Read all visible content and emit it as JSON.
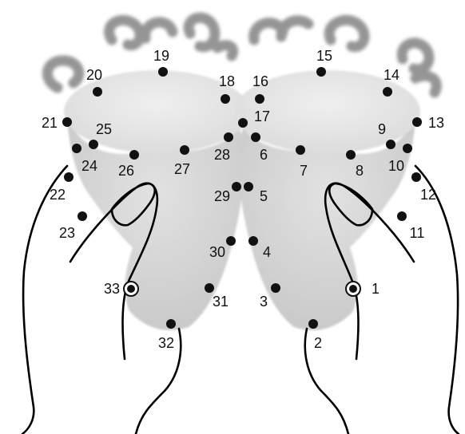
{
  "puzzle": {
    "type": "connect-the-dots",
    "dots": [
      {
        "n": "1",
        "style": "start"
      },
      {
        "n": "2"
      },
      {
        "n": "3"
      },
      {
        "n": "4"
      },
      {
        "n": "5"
      },
      {
        "n": "6"
      },
      {
        "n": "7"
      },
      {
        "n": "8"
      },
      {
        "n": "9"
      },
      {
        "n": "10"
      },
      {
        "n": "11"
      },
      {
        "n": "12"
      },
      {
        "n": "13"
      },
      {
        "n": "14"
      },
      {
        "n": "15"
      },
      {
        "n": "16"
      },
      {
        "n": "17"
      },
      {
        "n": "18"
      },
      {
        "n": "19"
      },
      {
        "n": "20"
      },
      {
        "n": "21"
      },
      {
        "n": "22"
      },
      {
        "n": "23"
      },
      {
        "n": "24"
      },
      {
        "n": "25"
      },
      {
        "n": "26"
      },
      {
        "n": "27"
      },
      {
        "n": "28"
      },
      {
        "n": "29"
      },
      {
        "n": "30"
      },
      {
        "n": "31"
      },
      {
        "n": "32"
      },
      {
        "n": "33",
        "style": "start"
      }
    ],
    "colors": {
      "dot": "#111111",
      "line": "#000000",
      "shade": "#d4d4d4",
      "cup_top": "#e6e6e6",
      "steam": "#8a8a8a"
    }
  }
}
